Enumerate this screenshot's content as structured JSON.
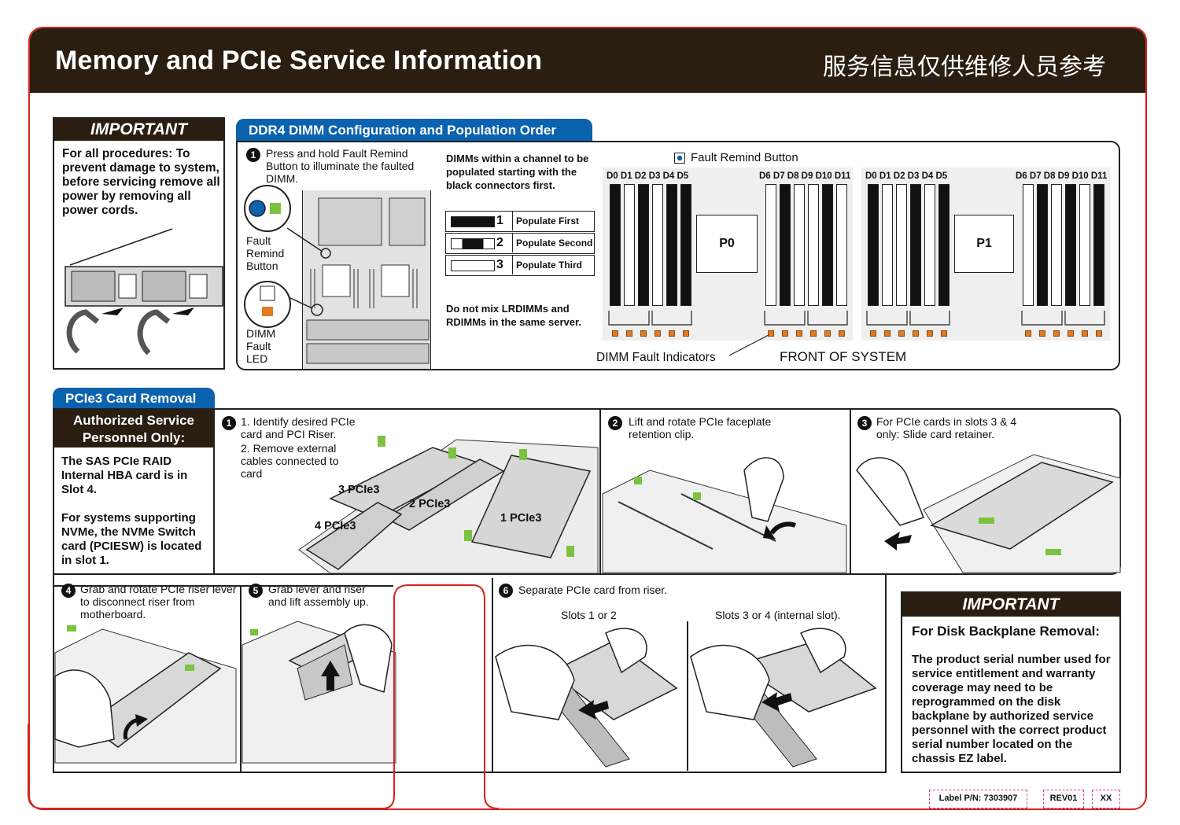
{
  "header": {
    "title": "Memory and PCIe Service Information",
    "title_cn": "服务信息仅供维修人员参考"
  },
  "important_top": {
    "heading": "IMPORTANT",
    "text": "For all procedures: To prevent damage to system, before servicing remove all power by removing all power cords."
  },
  "dimm_section": {
    "tab": "DDR4 DIMM Configuration and Population Order",
    "step1": "Press and hold Fault Remind Button to illuminate the faulted DIMM.",
    "fault_remind_label": "Fault Remind Button",
    "dimm_fault_led_label": "DIMM Fault LED",
    "channel_note": "DIMMs within a channel to be populated starting with the black connectors first.",
    "legend": [
      {
        "num": "1",
        "label": "Populate First"
      },
      {
        "num": "2",
        "label": "Populate Second"
      },
      {
        "num": "3",
        "label": "Populate Third"
      }
    ],
    "mix_note": "Do not mix LRDIMMs and RDIMMs in the same server.",
    "fault_remind_button_key": "Fault Remind Button",
    "dimm_labels_left": "D0 D1 D2 D3 D4 D5",
    "dimm_labels_right": "D6 D7 D8 D9 D10 D11",
    "p0": "P0",
    "p1": "P1",
    "fault_indicators": "DIMM Fault Indicators",
    "front": "FRONT OF SYSTEM"
  },
  "pcie_section": {
    "tab": "PCIe3 Card Removal",
    "authorized_heading": "Authorized Service Personnel Only:",
    "authorized_text1": "The SAS PCIe RAID Internal HBA card is in Slot 4.",
    "authorized_text2": "For systems supporting NVMe, the NVMe Switch card (PCIESW) is located in slot 1.",
    "step1_a": "1. Identify desired PCIe card and PCI Riser.",
    "step1_b": "2. Remove external cables connected to card",
    "slot_labels": [
      "3 PCIe3",
      "2 PCIe3",
      "4 PCIe3",
      "1 PCIe3"
    ],
    "step2": "Lift and rotate PCIe faceplate retention clip.",
    "step3": "For PCIe cards in slots 3 & 4 only: Slide card retainer.",
    "step4": "Grab and rotate PCIe riser lever to disconnect riser from motherboard.",
    "step5": "Grab lever and riser and lift assembly up.",
    "step6": "Separate PCIe card from riser.",
    "slots_12": "Slots 1 or 2",
    "slots_34": "Slots 3 or 4 (internal slot)."
  },
  "important_bottom": {
    "heading": "IMPORTANT",
    "subheading": "For Disk Backplane Removal:",
    "text": "The product serial number used for service entitlement and warranty coverage may need to be reprogrammed on the disk backplane by authorized service personnel with the correct product serial number located on the chassis EZ label."
  },
  "footer": {
    "label_pn": "Label P/N: 7303907",
    "rev": "REV01",
    "xx": "XX"
  },
  "colors": {
    "header_bg": "#2a1e10",
    "tab_blue": "#0b62ae",
    "outline_red": "#d7231f",
    "led_orange": "#e07b20",
    "latch_green": "#7cc242"
  }
}
